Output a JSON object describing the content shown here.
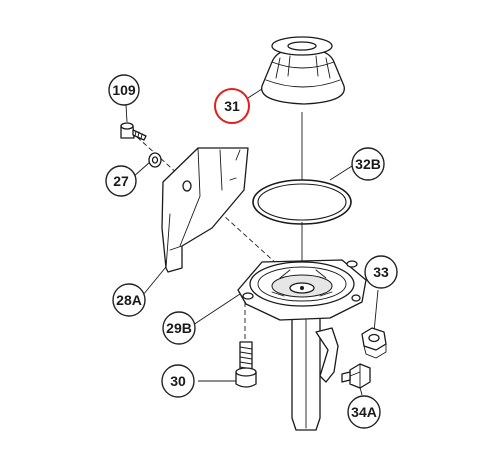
{
  "highlight_color": "#e0201b",
  "callouts": {
    "p109": "109",
    "p27": "27",
    "p28A": "28A",
    "p29B": "29B",
    "p30": "30",
    "p31": "31",
    "p32B": "32B",
    "p33": "33",
    "p34A": "34A"
  },
  "highlighted_part": "31"
}
